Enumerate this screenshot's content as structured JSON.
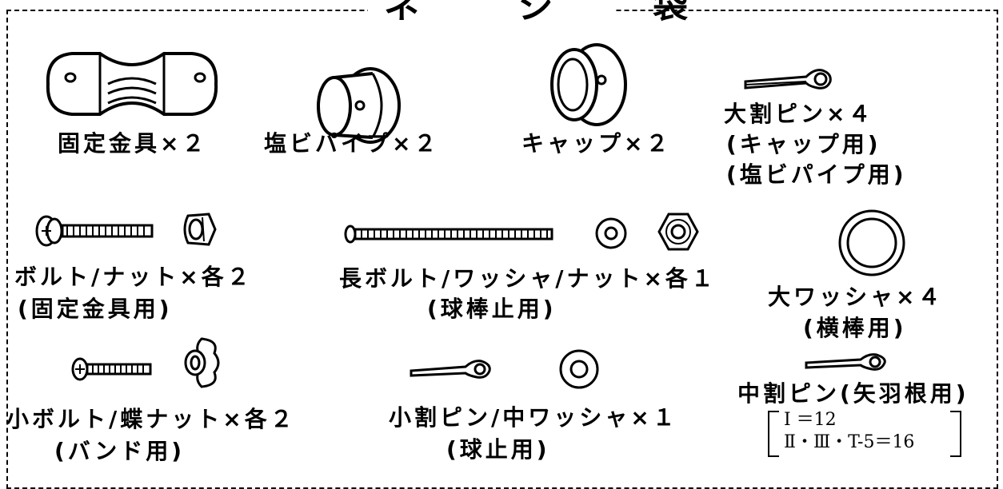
{
  "title": "ネ　ジ　袋",
  "parts": {
    "fixing_bracket": "固定金具×２",
    "pvc_pipe": "塩ビパイプ×２",
    "cap": "キャップ×２",
    "large_split_pin": {
      "name": "大割ピン×４",
      "use1": "(キャップ用)",
      "use2": "(塩ビパイプ用)"
    },
    "bolt_nut": {
      "name": "ボルト/ナット×各２",
      "use": "(固定金具用)"
    },
    "long_bolt": {
      "name": "長ボルト/ワッシャ/ナット×各１",
      "use": "(球棒止用)"
    },
    "large_washer": {
      "name": "大ワッシャ×４",
      "use": "(横棒用)"
    },
    "small_bolt_wingnut": {
      "name": "小ボルト/蝶ナット×各２",
      "use": "(バンド用)"
    },
    "small_pin_washer": {
      "name": "小割ピン/中ワッシャ×１",
      "use": "(球止用)"
    },
    "medium_split_pin": {
      "name": "中割ピン(矢羽根用)",
      "spec1": "I ＝12",
      "spec2": "Ⅱ・Ⅲ・T-5＝16"
    }
  }
}
